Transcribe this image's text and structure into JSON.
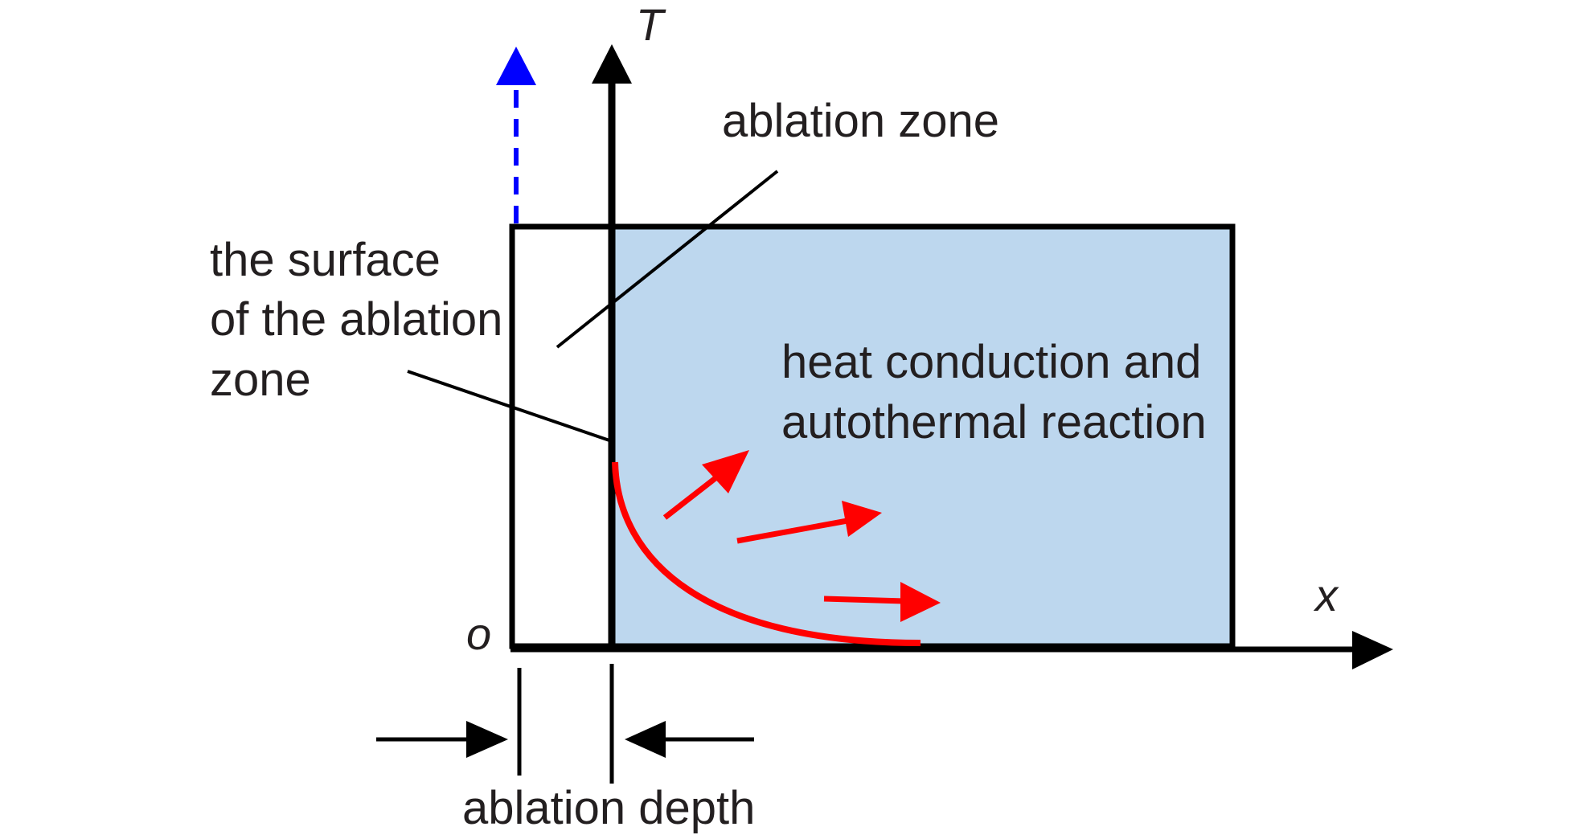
{
  "labels": {
    "t_axis": "T",
    "x_axis": "x",
    "origin": "o",
    "ablation_zone": "ablation zone",
    "surface_line1": "the surface",
    "surface_line2": "of the ablation",
    "surface_line3": "zone",
    "heat_line1": "heat conduction and",
    "heat_line2": "autothermal reaction",
    "ablation_depth": "ablation depth"
  },
  "colors": {
    "region_fill": "#bdd7ee",
    "line": "#000000",
    "curve": "#ff0000",
    "dashed_arrow": "#0000ff",
    "text": "#231f20"
  }
}
